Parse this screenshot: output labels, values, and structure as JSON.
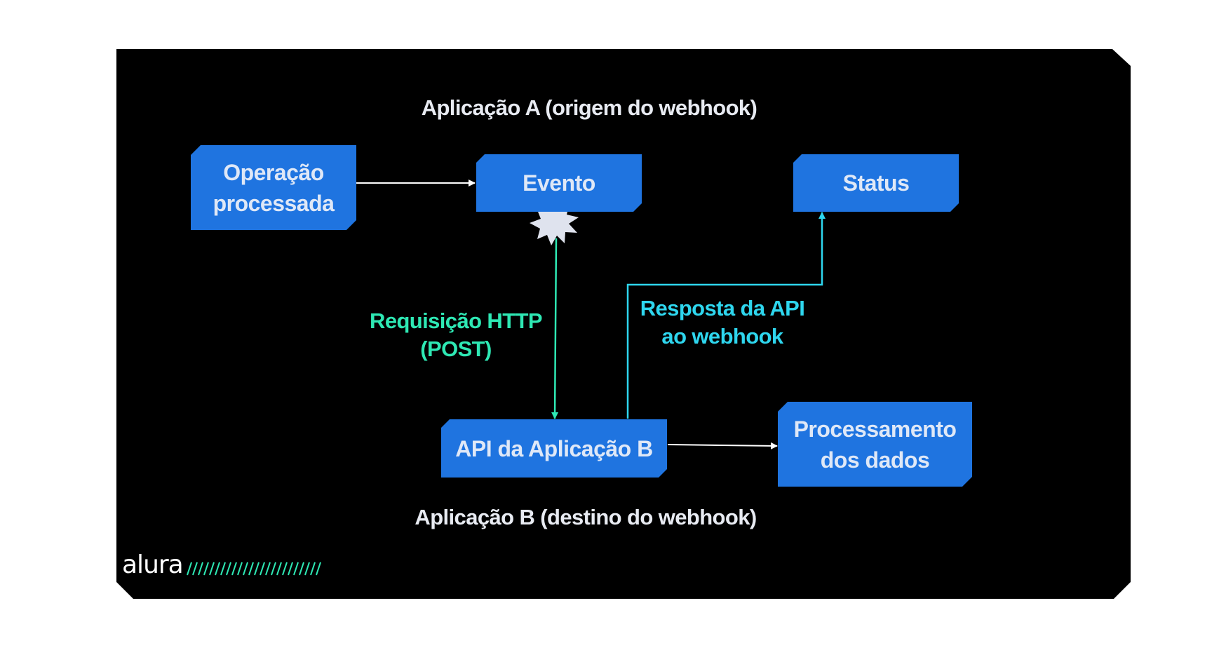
{
  "headings": {
    "app_a": "Aplicação A (origem do webhook)",
    "app_b": "Aplicação B (destino do webhook)"
  },
  "nodes": {
    "operacao": [
      "Operação",
      "processada"
    ],
    "evento": "Evento",
    "status": "Status",
    "api_b": "API da Aplicação B",
    "processamento": [
      "Processamento",
      "dos dados"
    ]
  },
  "edge_labels": {
    "requisicao": [
      "Requisição HTTP",
      "(POST)"
    ],
    "resposta": [
      "Resposta da API",
      "ao webhook"
    ]
  },
  "brand": {
    "logo_text": "alura",
    "logo_icon": "alura-logo-icon"
  },
  "colors": {
    "background": "#000000",
    "node": "#1f74e0",
    "node_text": "#dfe8f7",
    "green_edge": "#2ee8b4",
    "cyan_edge": "#2ed6ee",
    "white_edge": "#ffffff",
    "event_burst": "#dfe3ee"
  }
}
